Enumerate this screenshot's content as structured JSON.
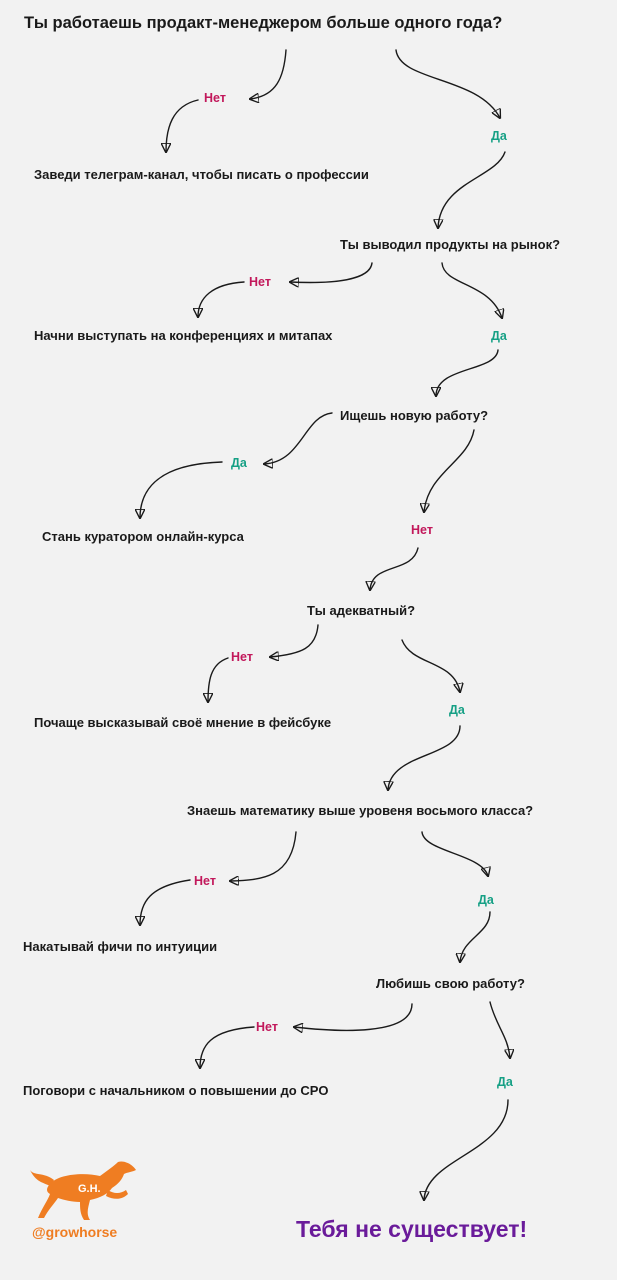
{
  "title": "Ты работаешь продакт-менеджером больше одного года?",
  "questions": [
    "Ты выводил продукты на рынок?",
    "Ищешь новую работу?",
    "Ты адекватный?",
    "Знаешь математику выше уровеня восьмого класса?",
    "Любишь свою работу?"
  ],
  "outcomes": [
    "Заведи телеграм-канал, чтобы писать о профессии",
    "Начни выступать на конференциях и митапах",
    "Стань куратором онлайн-курса",
    "Почаще высказывай своё мнение в фейсбуке",
    "Накатывай фичи по интуиции",
    "Поговори с начальником о повышении до CPO"
  ],
  "labels": {
    "no": "Нет",
    "yes": "Да"
  },
  "final": "Тебя не существует!",
  "brand": "@growhorse",
  "logo_letters": "G.H.",
  "colors": {
    "no": "#c2185b",
    "yes": "#16a085",
    "final": "#6a1b9a",
    "brand": "#ef7d22"
  }
}
